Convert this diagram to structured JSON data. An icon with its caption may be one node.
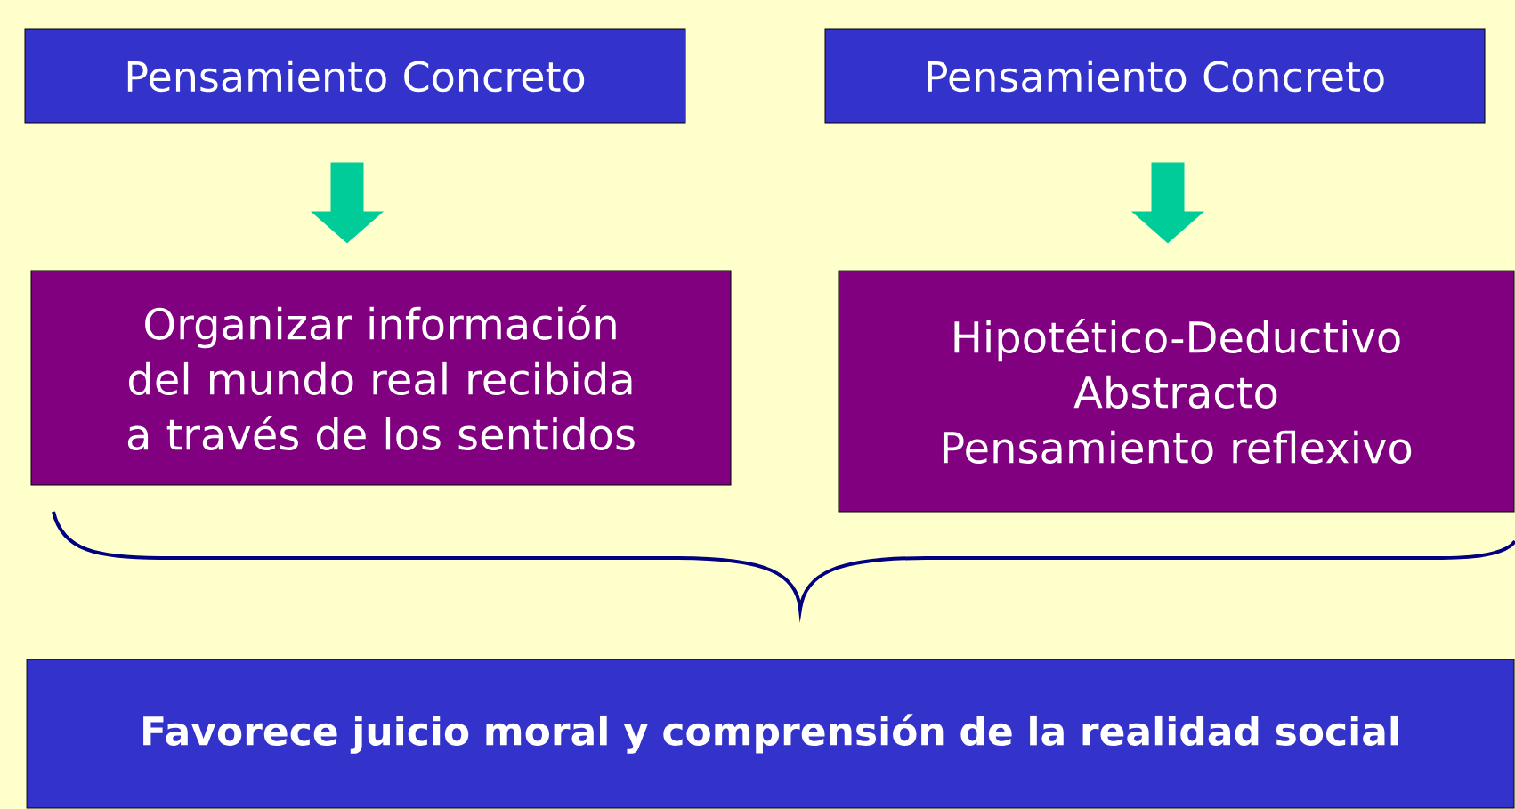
{
  "diagram": {
    "nodes": [
      {
        "text": [
          "Pensamiento Concreto"
        ]
      },
      {
        "text": [
          "Pensamiento Concreto"
        ]
      },
      {
        "text": [
          "Organizar información del mundo real recibida a través de los sentidos"
        ]
      },
      {
        "text": [
          "Hipotético-Deductivo",
          "Abstracto",
          "Pensamiento reflexivo"
        ]
      },
      {
        "text": [
          "Favorece juicio moral y comprensión de la realidad social"
        ]
      }
    ],
    "edges": [
      {
        "from": 0,
        "to": 2,
        "arrow": "to"
      },
      {
        "from": 1,
        "to": 3,
        "arrow": "to"
      }
    ]
  }
}
